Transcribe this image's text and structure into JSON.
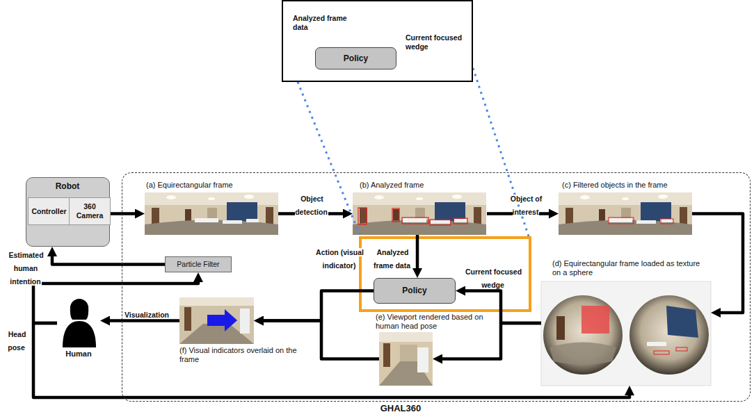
{
  "diagram": {
    "nodes": [
      {
        "text": [
          "Analyzed frame data",
          "Current focused wedge"
        ]
      },
      {
        "text": [
          "Policy"
        ],
        "in": 0
      },
      {
        "text": [
          "GHAL360"
        ]
      },
      {
        "text": [
          "Robot"
        ]
      },
      {
        "text": [
          "Controller"
        ],
        "in": 3
      },
      {
        "text": [
          "360 Camera"
        ],
        "in": 3
      },
      {
        "text": [
          "(a) Equirectangular frame"
        ],
        "in": 2
      },
      {
        "text": [
          "(b) Analyzed frame"
        ],
        "in": 2
      },
      {
        "text": [
          "(c) Filtered objects in the frame"
        ],
        "in": 2
      },
      {
        "text": [
          "Policy"
        ],
        "in": 2
      },
      {
        "text": [
          "(d) Equirectangular frame loaded as texture on a sphere"
        ],
        "in": 2
      },
      {
        "text": [
          "Particle Filter"
        ],
        "in": 2
      },
      {
        "text": [
          "(f) Visual indicators overlaid on the frame"
        ],
        "in": 2
      },
      {
        "text": [
          "(e) Viewport rendered based on human head pose"
        ],
        "in": 2
      },
      {
        "text": [
          "Human"
        ]
      }
    ],
    "edges": [
      {
        "from": 3,
        "to": 6,
        "arrow": "to"
      },
      {
        "from": 6,
        "to": 7,
        "label": "Object detection",
        "arrow": "to"
      },
      {
        "from": 7,
        "to": 8,
        "label": "Object of interest",
        "arrow": "to"
      },
      {
        "from": 8,
        "to": 10,
        "arrow": "to"
      },
      {
        "from": 7,
        "to": 9,
        "label": "Analyzed frame data",
        "arrow": "to"
      },
      {
        "from": 10,
        "to": 9,
        "label": "Current focused wedge",
        "arrow": "to"
      },
      {
        "from": 10,
        "to": 13,
        "arrow": "to"
      },
      {
        "from": 9,
        "to": 12,
        "label": "Action (visual indicator)",
        "arrow": "to"
      },
      {
        "from": 13,
        "to": 12,
        "arrow": "to"
      },
      {
        "from": 12,
        "to": 14,
        "label": "Visualization",
        "arrow": "to"
      },
      {
        "from": 14,
        "to": 10,
        "label": "Head pose",
        "arrow": "to"
      },
      {
        "from": 14,
        "to": 11,
        "arrow": "to"
      },
      {
        "from": 11,
        "to": 3,
        "label": "Estimated human intention",
        "arrow": "to"
      }
    ]
  }
}
